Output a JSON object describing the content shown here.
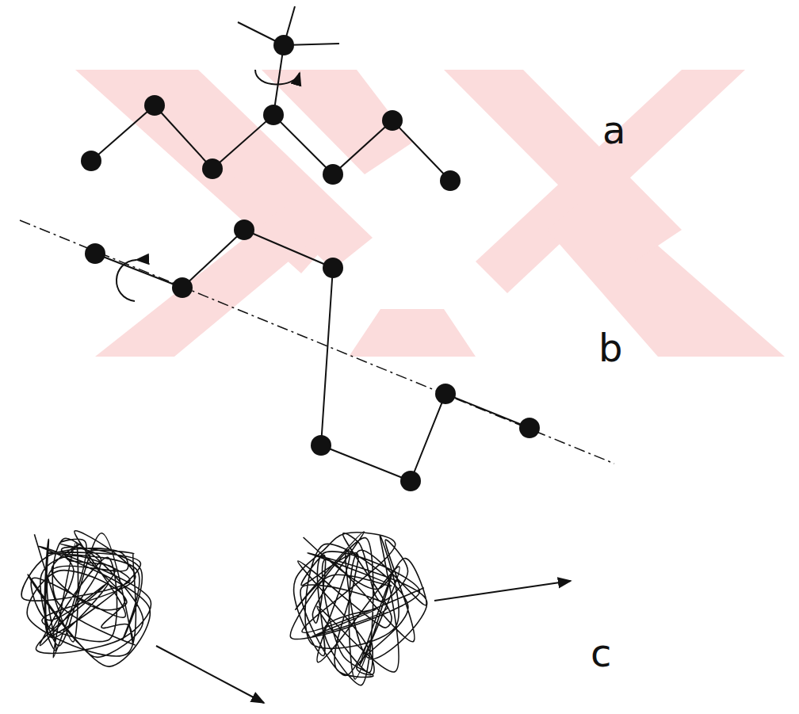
{
  "diagram": {
    "labels": [
      "a",
      "b",
      "c"
    ]
  }
}
